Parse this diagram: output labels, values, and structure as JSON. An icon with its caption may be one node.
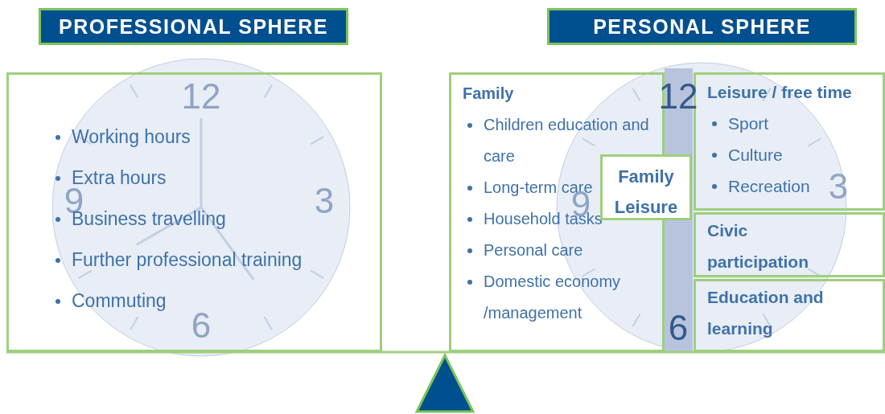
{
  "diagram": {
    "nodes": [
      {
        "text": [
          "PROFESSIONAL SPHERE"
        ]
      },
      {
        "text": [
          "Working hours",
          "Extra hours",
          "Business travelling",
          "Further professional training",
          "Commuting"
        ]
      },
      {
        "text": [
          "PERSONAL SPHERE"
        ]
      },
      {
        "text": [
          "Family",
          "Children education and care",
          "Long-term care",
          "Household tasks",
          "Personal care",
          "Domestic economy /management"
        ]
      },
      {
        "text": [
          "Leisure / free time",
          "Sport",
          "Culture",
          "Recreation"
        ]
      },
      {
        "text": [
          "Civic participation"
        ]
      },
      {
        "text": [
          "Education and learning"
        ]
      },
      {
        "text": [
          "Family Leisure"
        ]
      }
    ],
    "edges": [],
    "labels": [
      "12",
      "9",
      "3",
      "6",
      "12",
      "9",
      "3",
      "6"
    ]
  }
}
